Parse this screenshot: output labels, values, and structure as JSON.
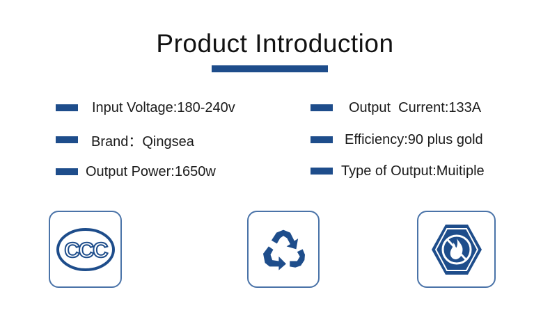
{
  "title": "Product Introduction",
  "colors": {
    "accent": "#1e4d8b",
    "badge_border": "#4a73a8"
  },
  "specs_left": [
    {
      "text": "Input Voltage:180-240v"
    },
    {
      "text": "Brand：Qingsea"
    },
    {
      "text": "Output Power:1650w"
    }
  ],
  "specs_right": [
    {
      "text": "Output  Current:133A"
    },
    {
      "text": "Efficiency:90 plus gold"
    },
    {
      "text": "Type of Output:Muitiple"
    }
  ],
  "badges": [
    {
      "icon": "ccc-certification-icon",
      "text": "CCC"
    },
    {
      "icon": "recycle-icon"
    },
    {
      "icon": "fire-resistant-icon"
    }
  ]
}
